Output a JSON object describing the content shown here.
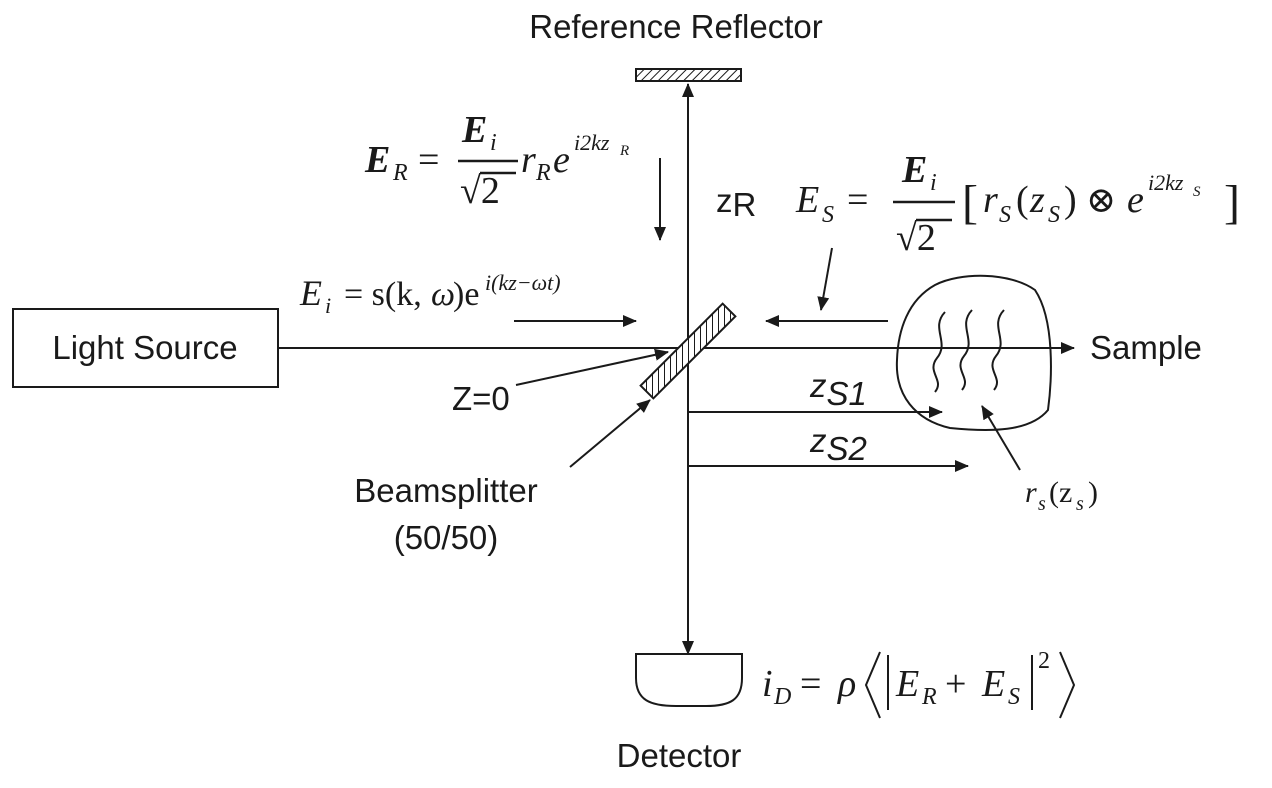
{
  "labels": {
    "reference_reflector": "Reference Reflector",
    "light_source": "Light Source",
    "sample": "Sample",
    "detector": "Detector",
    "beamsplitter_line1": "Beamsplitter",
    "beamsplitter_line2": "(50/50)",
    "z0": "Z=0",
    "zR_z": "z",
    "zR_sub": "R",
    "zS1_z": "z",
    "zS1_sub": "S1",
    "zS2_z": "z",
    "zS2_sub": "S2"
  },
  "equations": {
    "E_R": "E_R = (E_i / √2) r_R e^{i2kz_R}",
    "E_S": "E_S = (E_i / √2) [ r_S(z_S) ⊗ e^{i2kz_S} ]",
    "E_i": "E_i = s(k,ω) e^{i(kz−ωt)}",
    "i_D": "i_D = ρ ⟨ |E_R + E_S|² ⟩",
    "r_s": "r_s(z_s)"
  }
}
